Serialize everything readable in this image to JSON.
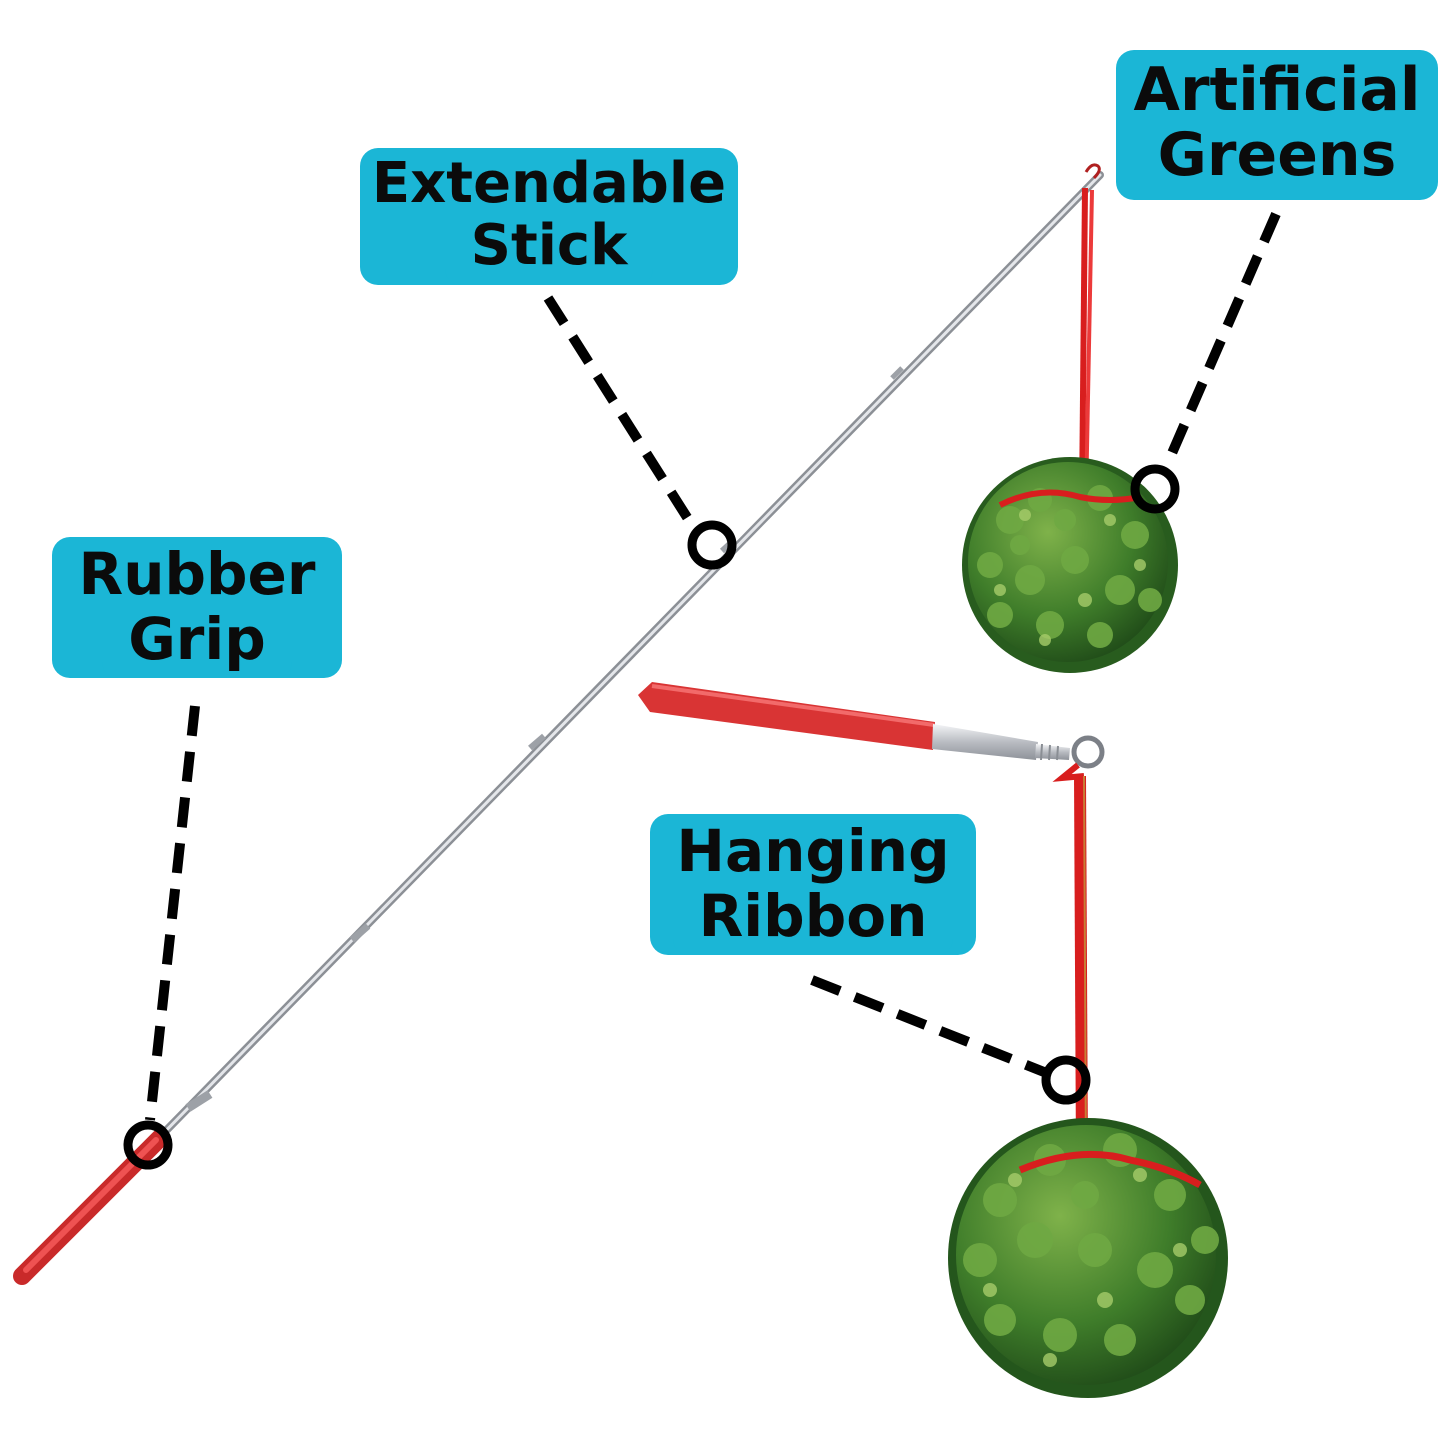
{
  "callouts": {
    "extendable_stick": {
      "line1": "Extendable",
      "line2": "Stick"
    },
    "artificial_greens": {
      "line1": "Artificial",
      "line2": "Greens"
    },
    "rubber_grip": {
      "line1": "Rubber",
      "line2": "Grip"
    },
    "hanging_ribbon": {
      "line1": "Hanging",
      "line2": "Ribbon"
    }
  },
  "colors": {
    "callout_background": "#1bb6d6",
    "callout_text": "#0b0b0b",
    "leader_line": "#000000",
    "rubber_grip": "#e03535",
    "ribbon": "#e52222",
    "metal": "#c9ccd1",
    "greens": "#3f7d2a"
  },
  "product": {
    "parts": [
      "extendable-stick",
      "rubber-grip",
      "hanging-ribbon",
      "artificial-greens-ball"
    ]
  }
}
